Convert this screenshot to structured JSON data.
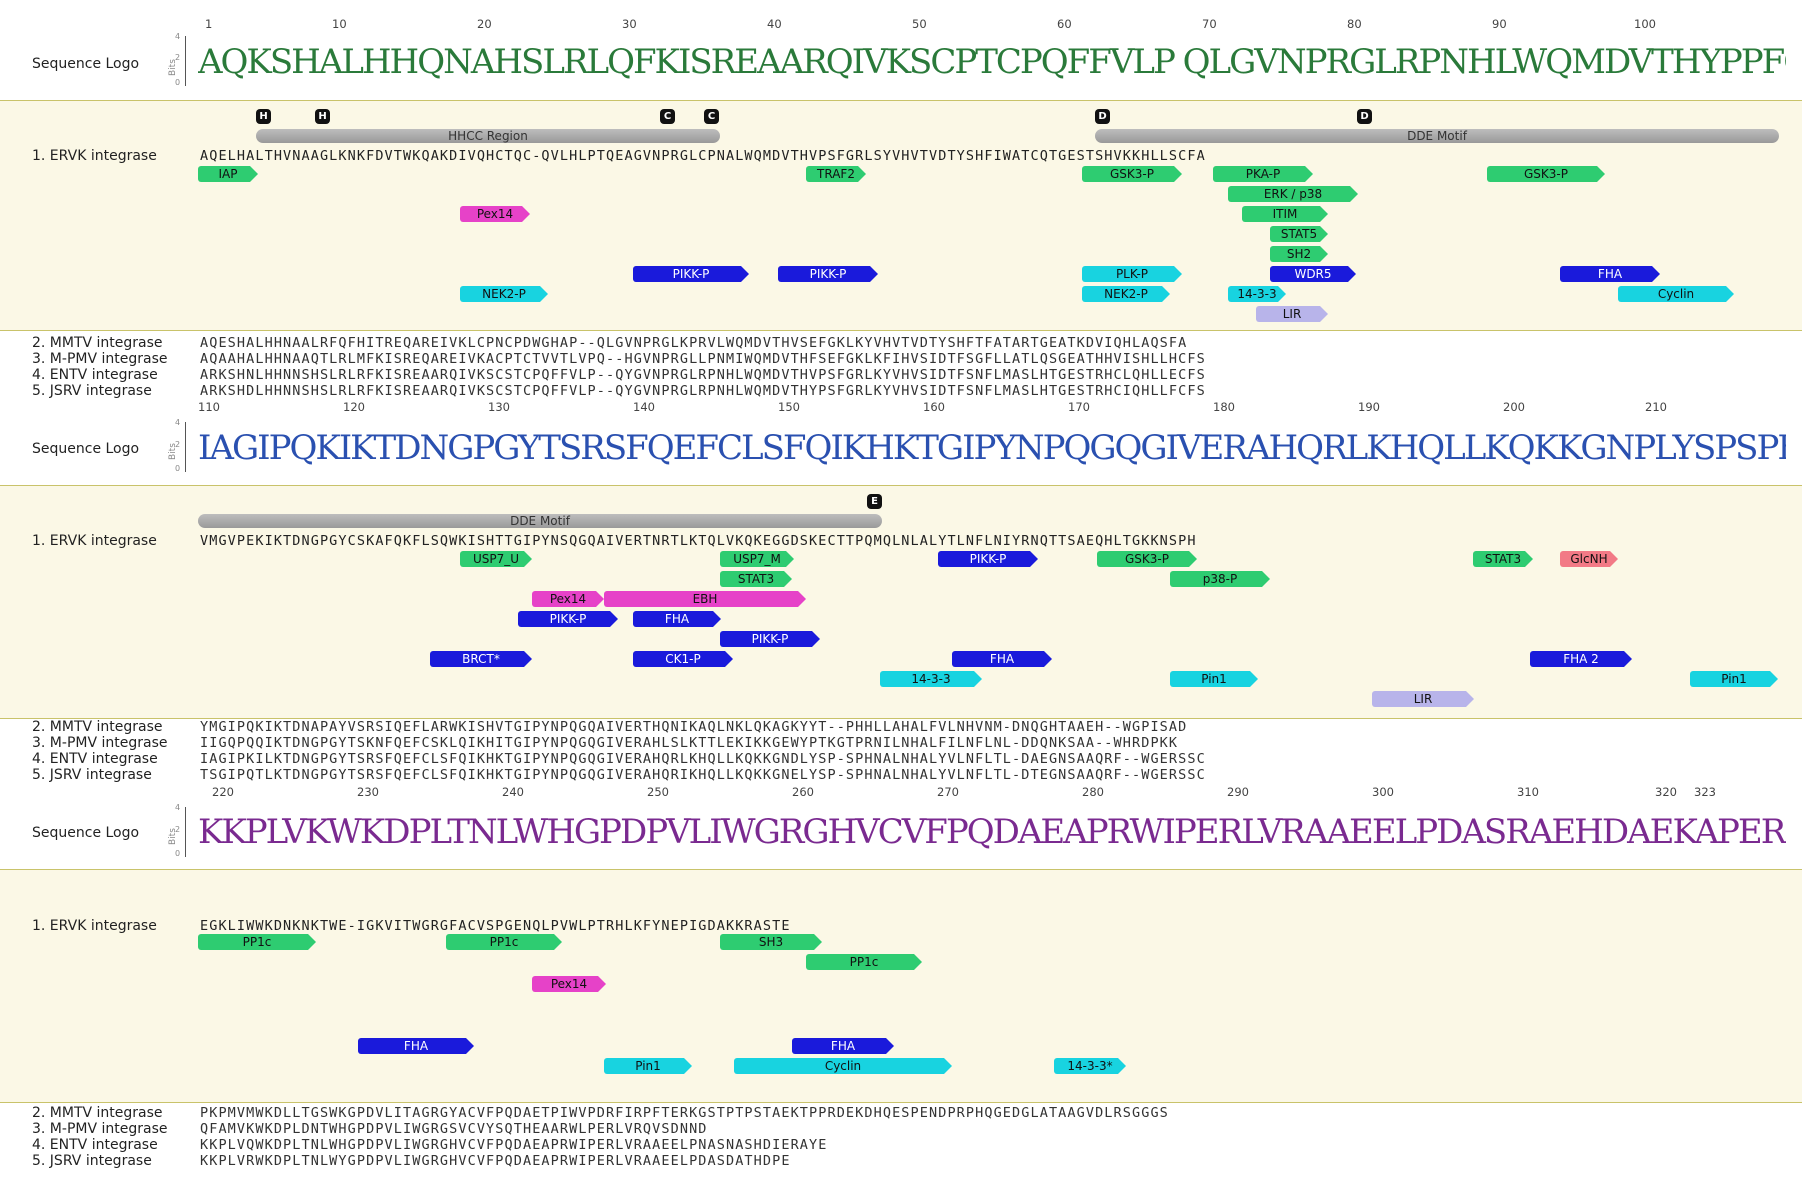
{
  "logo_label": "Sequence Logo",
  "bits_label": "Bits",
  "y_ticks": [
    "4",
    "2",
    "0"
  ],
  "blocks": [
    {
      "positions": [
        "1",
        "10",
        "20",
        "30",
        "40",
        "50",
        "60",
        "70",
        "80",
        "90",
        "100"
      ],
      "logo_text": "AQKSHALHHQNAHSLRLQFKISREAARQIVKSCPTCPQFFVLP  QLGVNPRGLRPNHLWQMDVTHYPPFGRLKYYHVSIDTFSNFLMASLHTGEATKHCIQHLLFCFS",
      "main_label": "1. ERVK integrase",
      "main_seq": "AQELHALTHVNAAGLKNKFDVTWKQAKDIVQHCTQC-QVLHLPTQEAGVNPRGLCPNALWQMDVTHVPSFGRLSYVHVTVDTYSHFIWATCQTGESTSHVKKHLLSCFA",
      "markers": [
        "H",
        "H",
        "C",
        "C",
        "D",
        "D"
      ],
      "regions": [
        "HHCC Region",
        "DDE Motif"
      ],
      "features": [
        "IAP",
        "TRAF2",
        "GSK3-P",
        "PKA-P",
        "GSK3-P",
        "ERK / p38",
        "Pex14",
        "ITIM",
        "STAT5",
        "SH2",
        "PIKK-P",
        "PIKK-P",
        "PLK-P",
        "WDR5",
        "FHA",
        "NEK2-P",
        "NEK2-P",
        "14-3-3",
        "Cyclin",
        "LIR"
      ],
      "align_labels": [
        "2. MMTV integrase",
        "3. M-PMV integrase",
        "4. ENTV integrase",
        "5. JSRV integrase"
      ],
      "align_seqs": [
        "AQESHALHHNAALRFQFHITREQAREIVKLCPNCPDWGHAP--QLGVNPRGLKPRVLWQMDVTHVSEFGKLKYVHVTVDTYSHFTFATARTGEATKDVIQHLAQSFA",
        "AQAAHALHHNAAQTLRLMFKISREQAREIVKACPTCTVVTLVPQ--HGVNPRGLLPNMIWQMDVTHFSEFGKLKFIHVSIDTFSGFLLATLQSGEATHHVISHLLHCFS",
        "ARKSHNLHHNNSHSLRLRFKISREAARQIVKSCSTCPQFFVLP--QYGVNPRGLRPNHLWQMDVTHVPSFGRLKYVHVSIDTFSNFLMASLHTGESTRHCLQHLLECFS",
        "ARKSHDLHHNNSHSLRLRFKISREAARQIVKSCSTCPQFFVLP--QYGVNPRGLRPNHLWQMDVTHYPSFGRLKYVHVSIDTFSNFLMASLHTGESTRHCIQHLLFCFS"
      ]
    },
    {
      "positions": [
        "110",
        "120",
        "130",
        "140",
        "150",
        "160",
        "170",
        "180",
        "190",
        "200",
        "210"
      ],
      "logo_text": "IAGIPQKIKTDNGPGYTSRSFQEFCLSFQIKHKTGIPYNPQGQGIVERAHQRLKHQLLKQKKGNPLYSPSPHNALNHALFVLNFLNL DAEGNSAAQRF  WGERSSC",
      "main_label": "1. ERVK integrase",
      "main_seq": "VMGVPEKIKTDNGPGYCSKAFQKFLSQWKISHTTGIPYNSQGQAIVERTNRTLKTQLVKQKEGGDSKECTTPQMQLNLALYTLNFLNIYRNQTTSAEQHLTGKKNSPH",
      "markers": [
        "E"
      ],
      "regions": [
        "DDE Motif"
      ],
      "features": [
        "USP7_U",
        "USP7_M",
        "PIKK-P",
        "GSK3-P",
        "STAT3",
        "GlcNH",
        "STAT3",
        "p38-P",
        "Pex14",
        "EBH",
        "PIKK-P",
        "FHA",
        "PIKK-P",
        "BRCT*",
        "CK1-P",
        "FHA",
        "FHA 2",
        "14-3-3",
        "Pin1",
        "Pin1",
        "LIR"
      ],
      "align_labels": [
        "2. MMTV integrase",
        "3. M-PMV integrase",
        "4. ENTV integrase",
        "5. JSRV integrase"
      ],
      "align_seqs": [
        "YMGIPQKIKTDNAPAYVSRSIQEFLARWKISHVTGIPYNPQGQAIVERTHQNIKAQLNKLQKAGKYYT--PHHLLAHALFVLNHVNM-DNQGHTAAEH--WGPISAD",
        "IIGQPQQIKTDNGPGYTSKNFQEFCSKLQIKHITGIPYNPQGQGIVERAHLSLKTTLEKIKKGEWYPTKGTPRNILNHALFILNFLNL-DDQNKSAA--WHRDPKK",
        "IAGIPKILKTDNGPGYTSRSFQEFCLSFQIKHKTGIPYNPQGQGIVERAHQRLKHQLLKQKKGNDLYSP-SPHNALNHALYVLNFLTL-DAEGNSAAQRF--WGERSSC",
        "TSGIPQTLKTDNGPGYTSRSFQEFCLSFQIKHKTGIPYNPQGQGIVERAHQRIKHQLLKQKKGNELYSP-SPHNALNHALYVLNFLTL-DTEGNSAAQRF--WGERSSC"
      ],
      "bottom_positions": [
        "220",
        "230",
        "240",
        "250",
        "260",
        "270",
        "280",
        "290",
        "300",
        "310",
        "320",
        "323"
      ]
    },
    {
      "logo_text": "KKPLVKWKDPLTNLWHGPDPVLIWGRGHVCVFPQDAEAPRWIPERLVRAAEELPDASRAEHDAEKAPERDEKDHQESPENDPRPHQGEDGLATAAGVDLRSGGGS",
      "main_label": "1. ERVK integrase",
      "main_seq": "EGKLIWWKDNKNKTWE-IGKVITWGRGFACVSPGENQLPVWLPTRHLKFYNEPIGDAKKRASTE",
      "features": [
        "PP1c",
        "PP1c",
        "SH3",
        "PP1c",
        "Pex14",
        "FHA",
        "FHA",
        "Pin1",
        "Cyclin",
        "14-3-3*"
      ],
      "align_labels": [
        "2. MMTV integrase",
        "3. M-PMV integrase",
        "4. ENTV integrase",
        "5. JSRV integrase"
      ],
      "align_seqs": [
        "PKPMVMWKDLLTGSWKGPDVLITAGRGYACVFPQDAETPIWVPDRFIRPFTERKGSTPTPSTAEKTPPRDEKDHQESPENDPRPHQGEDGLATAAGVDLRSGGGS",
        "QFAMVKWKDPLDNTWHGPDPVLIWGRGSVCVYSQTHEAARWLPERLVRQVSDNND",
        "KKPLVQWKDPLTNLWHGPDPVLIWGRGHVCVFPQDAEAPRWIPERLVRAAEELPNASNASHDIERAYE",
        "KKPLVRWKDPLTNLWYGPDPVLIWGRGHVCVFPQDAEAPRWIPERLVRAAEELPDASDATHDPE"
      ]
    }
  ],
  "colors": {
    "panel_bg": "#fbf8e6",
    "green": "#2ecc71",
    "magenta": "#e642c8",
    "blue": "#1a1adb",
    "cyan": "#18d3e0",
    "lavender": "#b8b4ea",
    "pink_red": "#f27a86",
    "region_gray": "#a8a8a8"
  }
}
